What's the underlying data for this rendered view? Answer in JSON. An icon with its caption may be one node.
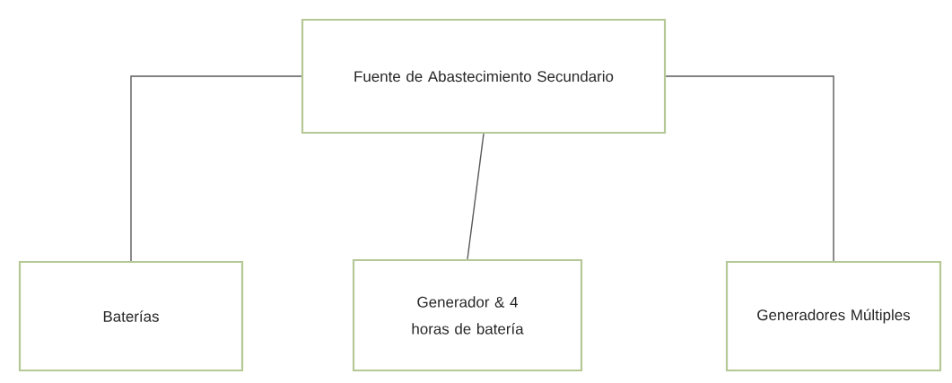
{
  "diagram": {
    "nodes": [
      {
        "text": [
          "Fuente de Abastecimiento Secundario"
        ]
      },
      {
        "text": [
          "Baterías"
        ]
      },
      {
        "text": [
          "Generador & 4 horas de batería"
        ]
      },
      {
        "text": [
          "Generadores Múltiples"
        ]
      }
    ],
    "edges": [
      {
        "from": 0,
        "to": 1,
        "arrow": "none"
      },
      {
        "from": 0,
        "to": 2,
        "arrow": "none"
      },
      {
        "from": 0,
        "to": 3,
        "arrow": "none"
      }
    ]
  }
}
